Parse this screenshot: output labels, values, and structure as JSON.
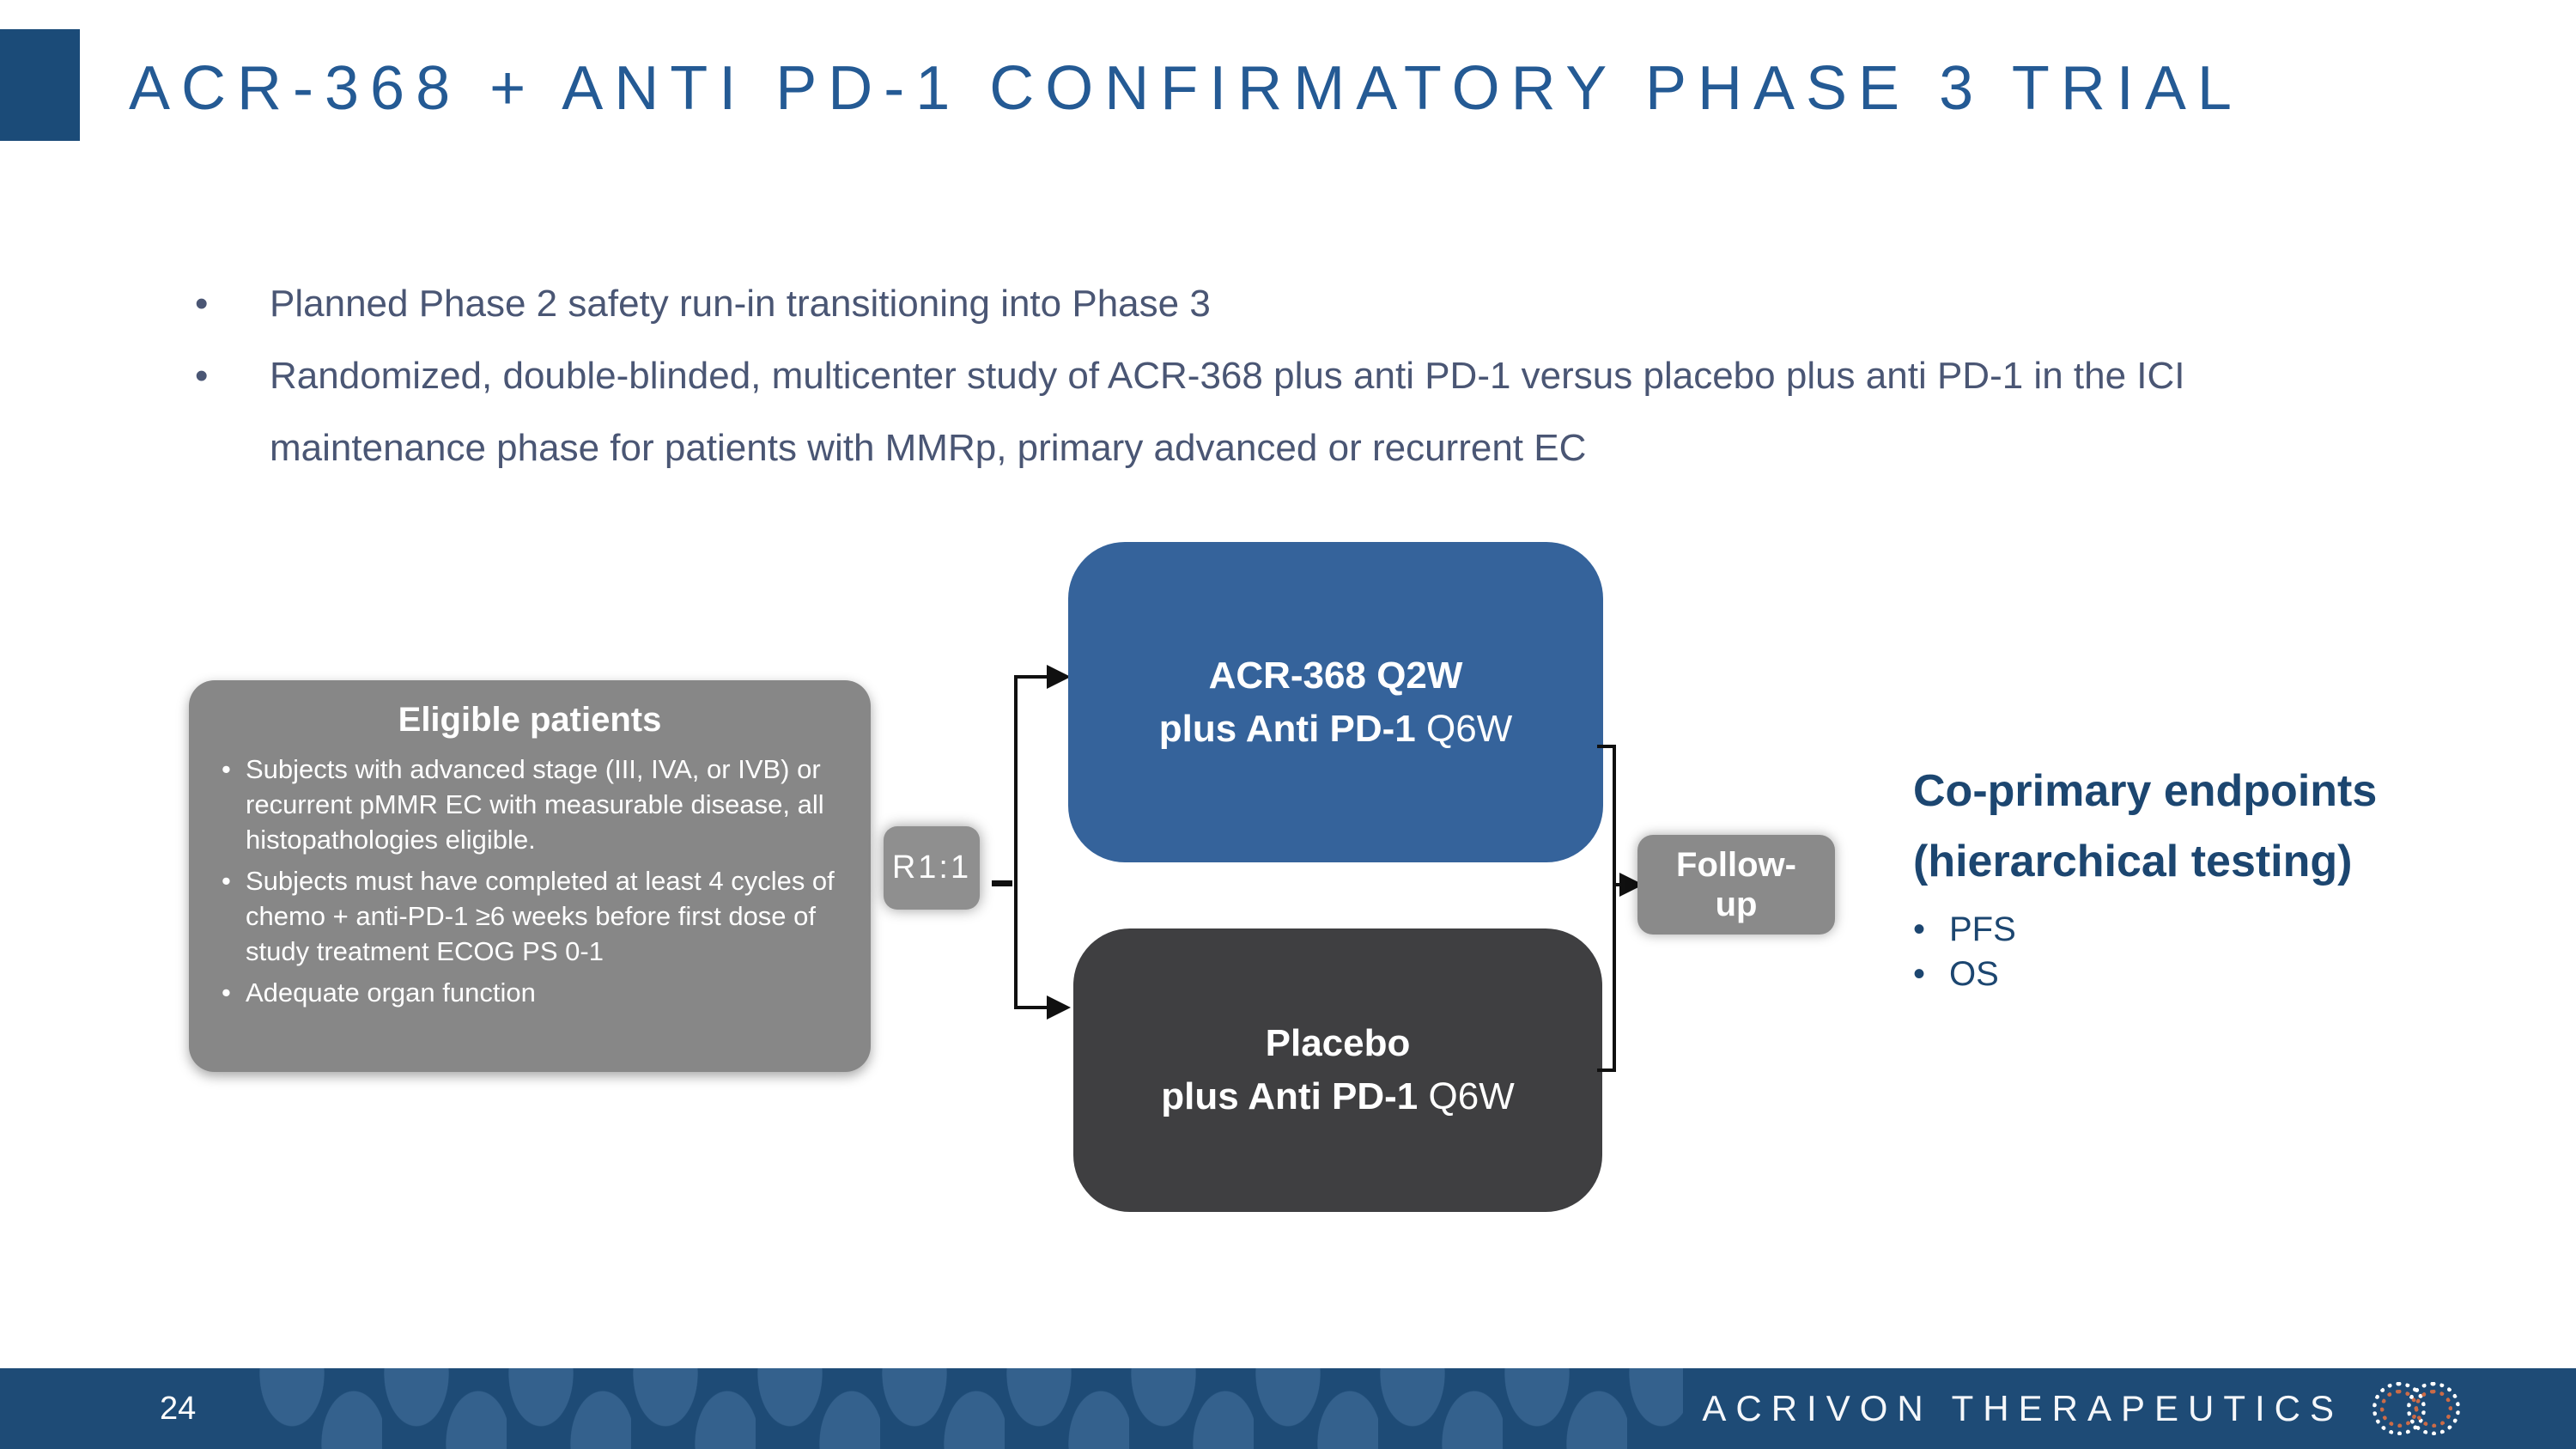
{
  "slide": {
    "title": "ACR-368 + ANTI PD-1 CONFIRMATORY PHASE 3 TRIAL",
    "bullets": [
      "Planned Phase 2 safety run-in transitioning into Phase 3",
      "Randomized, double-blinded, multicenter study of ACR-368 plus anti PD-1 versus placebo plus anti PD-1 in the ICI maintenance phase for patients with MMRp, primary advanced or recurrent EC"
    ]
  },
  "diagram": {
    "eligible_box": {
      "title": "Eligible patients",
      "bullets": [
        "Subjects with advanced stage (III, IVA, or IVB) or recurrent pMMR EC with measurable disease, all histopathologies eligible.",
        "Subjects must have completed at least 4 cycles of chemo + anti-PD-1 ≥6 weeks before first dose of study treatment ECOG PS 0-1",
        "Adequate organ function"
      ]
    },
    "randomization_label": "R1:1",
    "arm1": {
      "line1": "ACR-368 Q2W",
      "line2_bold": "plus Anti PD-1",
      "line2_regular": "Q6W"
    },
    "arm2": {
      "line1": "Placebo",
      "line2_bold": "plus Anti PD-1",
      "line2_regular": "Q6W"
    },
    "followup": {
      "line1": "Follow-",
      "line2": "up"
    },
    "endpoints": {
      "heading_line1": "Co-primary endpoints",
      "heading_line2": "(hierarchical testing)",
      "items": [
        "PFS",
        "OS"
      ]
    }
  },
  "footer": {
    "page_number": "24",
    "brand": "ACRIVON THERAPEUTICS"
  },
  "colors": {
    "title_blue": "#245A94",
    "accent_bar": "#1B4B78",
    "body_text": "#4A5674",
    "arm1_blue": "#35639B",
    "arm2_dark": "#3F3F41",
    "box_gray": "#878787",
    "footer_blue": "#1E4B76",
    "logo_orange": "#CC6B47"
  }
}
